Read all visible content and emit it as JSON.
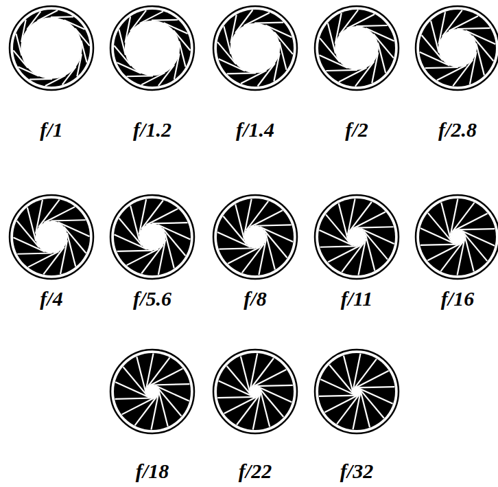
{
  "diagram": {
    "labels": [
      "f/1",
      "f/1.2",
      "f/1.4",
      "f/2",
      "f/2.8",
      "f/4",
      "f/5.6",
      "f/8",
      "f/11",
      "f/16",
      "f/18",
      "f/22",
      "f/32"
    ]
  }
}
